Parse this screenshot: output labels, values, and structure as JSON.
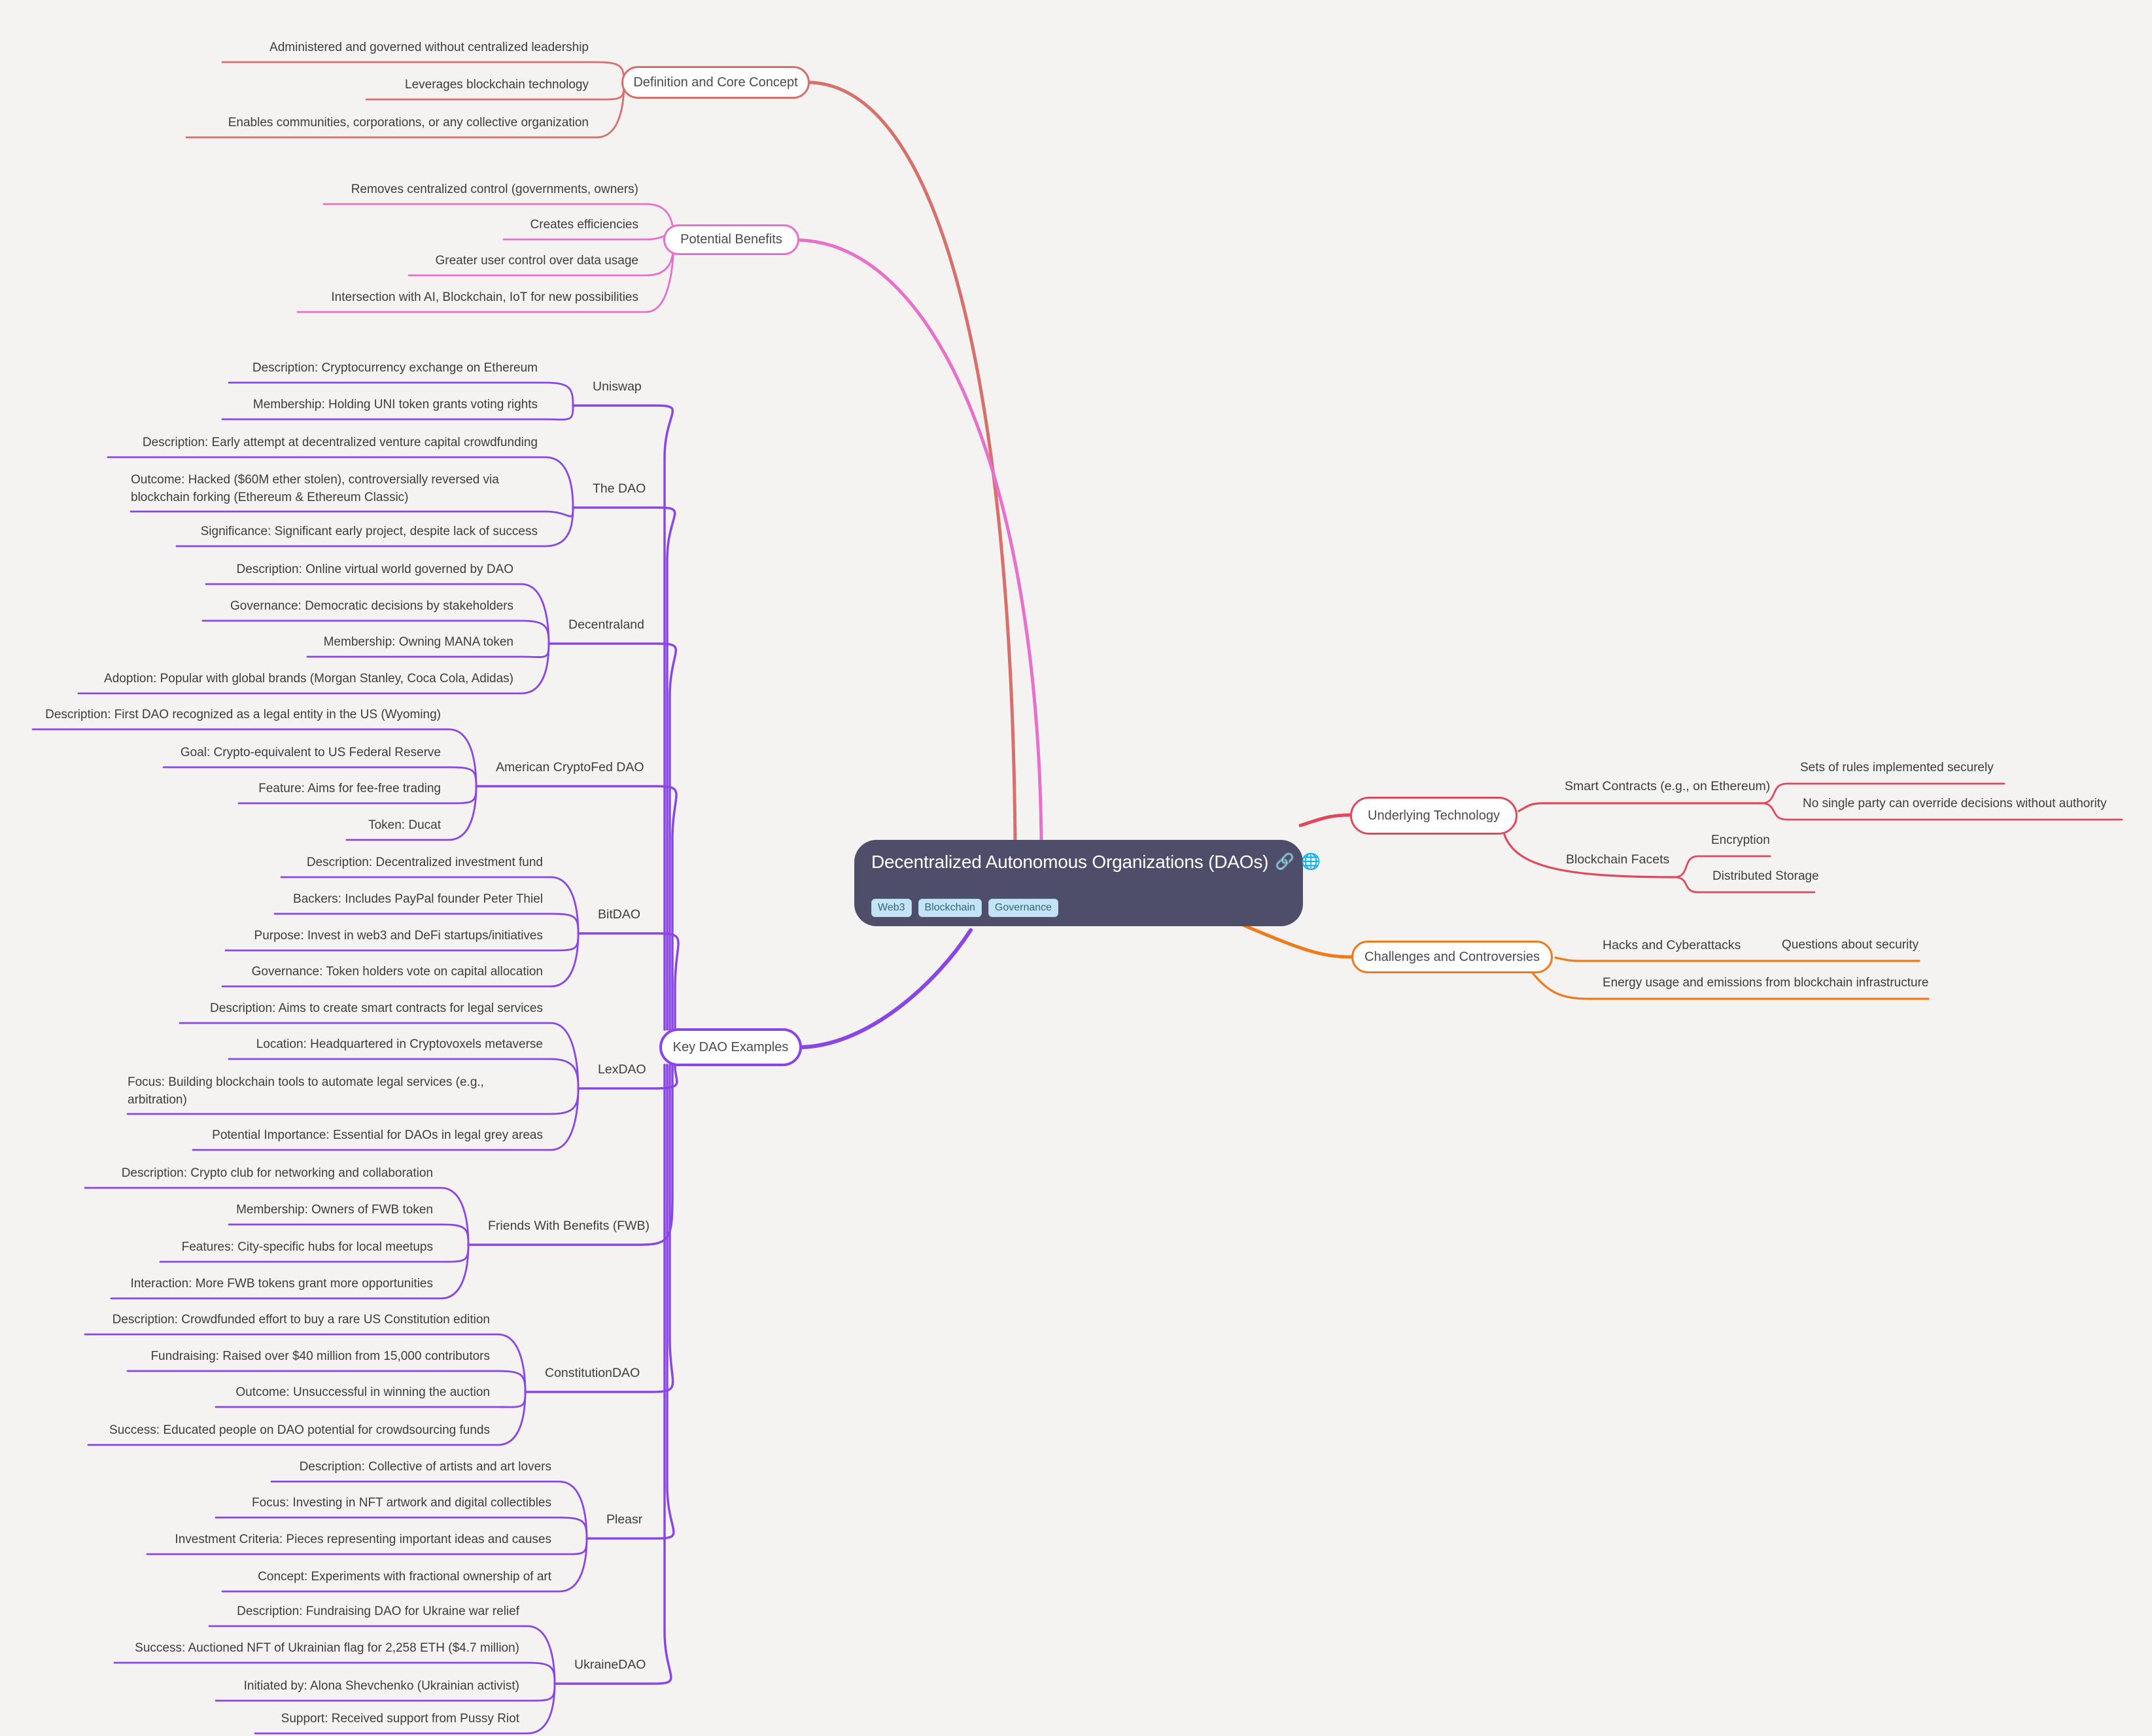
{
  "root": {
    "title": "Decentralized Autonomous Organizations (DAOs)",
    "icons": {
      "link": "🔗",
      "globe": "🌐"
    },
    "tags": [
      "Web3",
      "Blockchain",
      "Governance"
    ]
  },
  "branches": [
    {
      "id": "definition",
      "label": "Definition and Core Concept",
      "color": "#d76f6a",
      "leaves": [
        "Administered and governed without centralized leadership",
        "Leverages blockchain technology",
        "Enables communities, corporations, or any collective organization"
      ]
    },
    {
      "id": "benefits",
      "label": "Potential Benefits",
      "color": "#e870cc",
      "leaves": [
        "Removes centralized control (governments, owners)",
        "Creates efficiencies",
        "Greater user control over data usage",
        "Intersection with AI, Blockchain, IoT for new possibilities"
      ]
    },
    {
      "id": "examples",
      "label": "Key DAO Examples",
      "color": "#8a46e4",
      "groups": [
        {
          "label": "Uniswap",
          "leaves": [
            "Description: Cryptocurrency exchange on Ethereum",
            "Membership: Holding UNI token grants voting rights"
          ]
        },
        {
          "label": "The DAO",
          "leaves": [
            "Description: Early attempt at decentralized venture capital crowdfunding",
            "Outcome: Hacked ($60M ether stolen), controversially reversed via blockchain forking (Ethereum & Ethereum Classic)",
            "Significance: Significant early project, despite lack of success"
          ]
        },
        {
          "label": "Decentraland",
          "leaves": [
            "Description: Online virtual world governed by DAO",
            "Governance: Democratic decisions by stakeholders",
            "Membership: Owning MANA token",
            "Adoption: Popular with global brands (Morgan Stanley, Coca Cola, Adidas)"
          ]
        },
        {
          "label": "American CryptoFed DAO",
          "leaves": [
            "Description: First DAO recognized as a legal entity in the US (Wyoming)",
            "Goal: Crypto-equivalent to US Federal Reserve",
            "Feature: Aims for fee-free trading",
            "Token: Ducat"
          ]
        },
        {
          "label": "BitDAO",
          "leaves": [
            "Description: Decentralized investment fund",
            "Backers: Includes PayPal founder Peter Thiel",
            "Purpose: Invest in web3 and DeFi startups/initiatives",
            "Governance: Token holders vote on capital allocation"
          ]
        },
        {
          "label": "LexDAO",
          "leaves": [
            "Description: Aims to create smart contracts for legal services",
            "Location: Headquartered in Cryptovoxels metaverse",
            "Focus: Building blockchain tools to automate legal services (e.g., arbitration)",
            "Potential Importance: Essential for DAOs in legal grey areas"
          ]
        },
        {
          "label": "Friends With Benefits (FWB)",
          "leaves": [
            "Description: Crypto club for networking and collaboration",
            "Membership: Owners of FWB token",
            "Features: City-specific hubs for local meetups",
            "Interaction: More FWB tokens grant more opportunities"
          ]
        },
        {
          "label": "ConstitutionDAO",
          "leaves": [
            "Description: Crowdfunded effort to buy a rare US Constitution edition",
            "Fundraising: Raised over $40 million from 15,000 contributors",
            "Outcome: Unsuccessful in winning the auction",
            "Success: Educated people on DAO potential for crowdsourcing funds"
          ]
        },
        {
          "label": "Pleasr",
          "leaves": [
            "Description: Collective of artists and art lovers",
            "Focus: Investing in NFT artwork and digital collectibles",
            "Investment Criteria: Pieces representing important ideas and causes",
            "Concept: Experiments with fractional ownership of art"
          ]
        },
        {
          "label": "UkraineDAO",
          "leaves": [
            "Description: Fundraising DAO for Ukraine war relief",
            "Success: Auctioned NFT of Ukrainian flag for 2,258 ETH ($4.7 million)",
            "Initiated by: Alona Shevchenko (Ukrainian activist)",
            "Support: Received support from Pussy Riot"
          ]
        }
      ]
    },
    {
      "id": "technology",
      "label": "Underlying Technology",
      "color": "#e0485c",
      "groups": [
        {
          "label": "Smart Contracts (e.g., on Ethereum)",
          "leaves": [
            "Sets of rules implemented securely",
            "No single party can override decisions without authority"
          ]
        },
        {
          "label": "Blockchain Facets",
          "leaves": [
            "Encryption",
            "Distributed Storage"
          ]
        }
      ]
    },
    {
      "id": "challenges",
      "label": "Challenges and Controversies",
      "color": "#ef7a1a",
      "groups": [
        {
          "label": "Hacks and Cyberattacks",
          "leaves": [
            "Questions about security"
          ]
        }
      ],
      "leaves": [
        "Energy usage and emissions from blockchain infrastructure"
      ]
    }
  ]
}
